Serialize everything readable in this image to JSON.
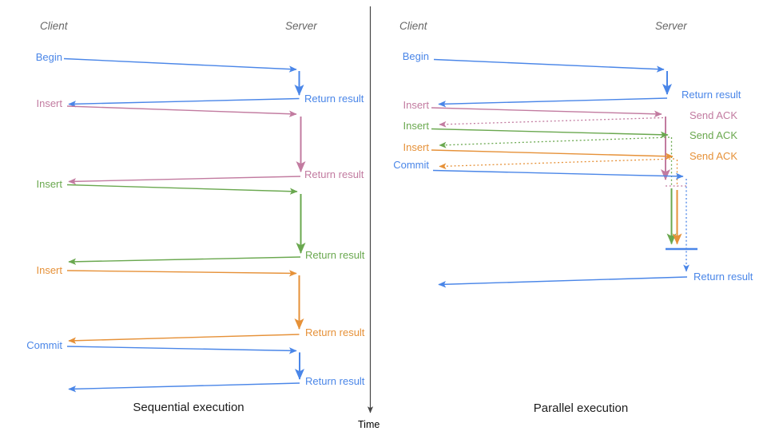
{
  "palette": {
    "blue": "#4a86e8",
    "pink": "#c27ba0",
    "green": "#6aa84f",
    "orange": "#e69138",
    "header_gray": "#666666",
    "title_black": "#1c1c1c",
    "axis_gray": "#454545"
  },
  "left": {
    "title": "Sequential execution",
    "client": "Client",
    "server": "Server",
    "ops": [
      {
        "label": "Begin",
        "color": "blue",
        "result": "Return result"
      },
      {
        "label": "Insert",
        "color": "pink",
        "result": "Return result"
      },
      {
        "label": "Insert",
        "color": "green",
        "result": "Return result"
      },
      {
        "label": "Insert",
        "color": "orange",
        "result": "Return result"
      },
      {
        "label": "Commit",
        "color": "blue",
        "result": "Return result"
      }
    ]
  },
  "right": {
    "title": "Parallel execution",
    "client": "Client",
    "server": "Server",
    "ops": [
      {
        "label": "Begin",
        "color": "blue",
        "response": "Return result"
      },
      {
        "label": "Insert",
        "color": "pink",
        "response": "Send ACK"
      },
      {
        "label": "Insert",
        "color": "green",
        "response": "Send ACK"
      },
      {
        "label": "Insert",
        "color": "orange",
        "response": "Send ACK"
      },
      {
        "label": "Commit",
        "color": "blue"
      }
    ],
    "final_result": "Return result"
  },
  "time_axis": {
    "label": "Time"
  }
}
